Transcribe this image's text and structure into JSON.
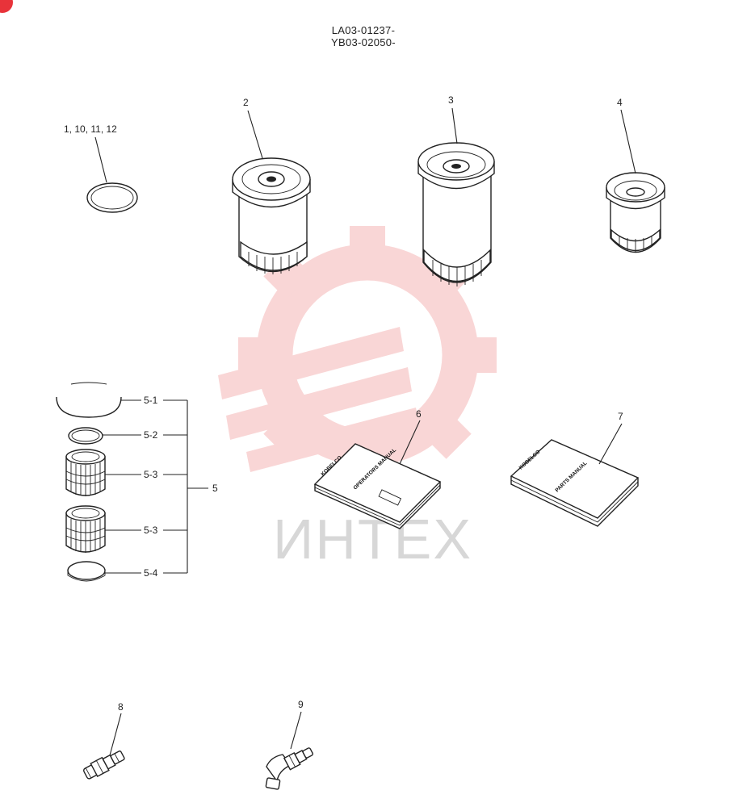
{
  "header": {
    "serial_line_1": "LA03-01237-",
    "serial_line_2": "YB03-02050-"
  },
  "callouts": {
    "o_ring": "1, 10, 11, 12",
    "filter_2": "2",
    "filter_3": "3",
    "filter_4": "4",
    "kit": "5",
    "kit_5_1": "5-1",
    "kit_5_2": "5-2",
    "kit_5_3a": "5-3",
    "kit_5_3b": "5-3",
    "kit_5_4": "5-4",
    "book_6": "6",
    "book_7": "7",
    "fitting_8": "8",
    "fitting_9": "9"
  },
  "books": {
    "brand": "KOBELCO",
    "operators_manual": "OPERATORS MANUAL",
    "parts_manual": "PARTS MANUAL"
  },
  "watermark": {
    "text": "ИНТЕХ",
    "color": "#f2a6a6"
  }
}
